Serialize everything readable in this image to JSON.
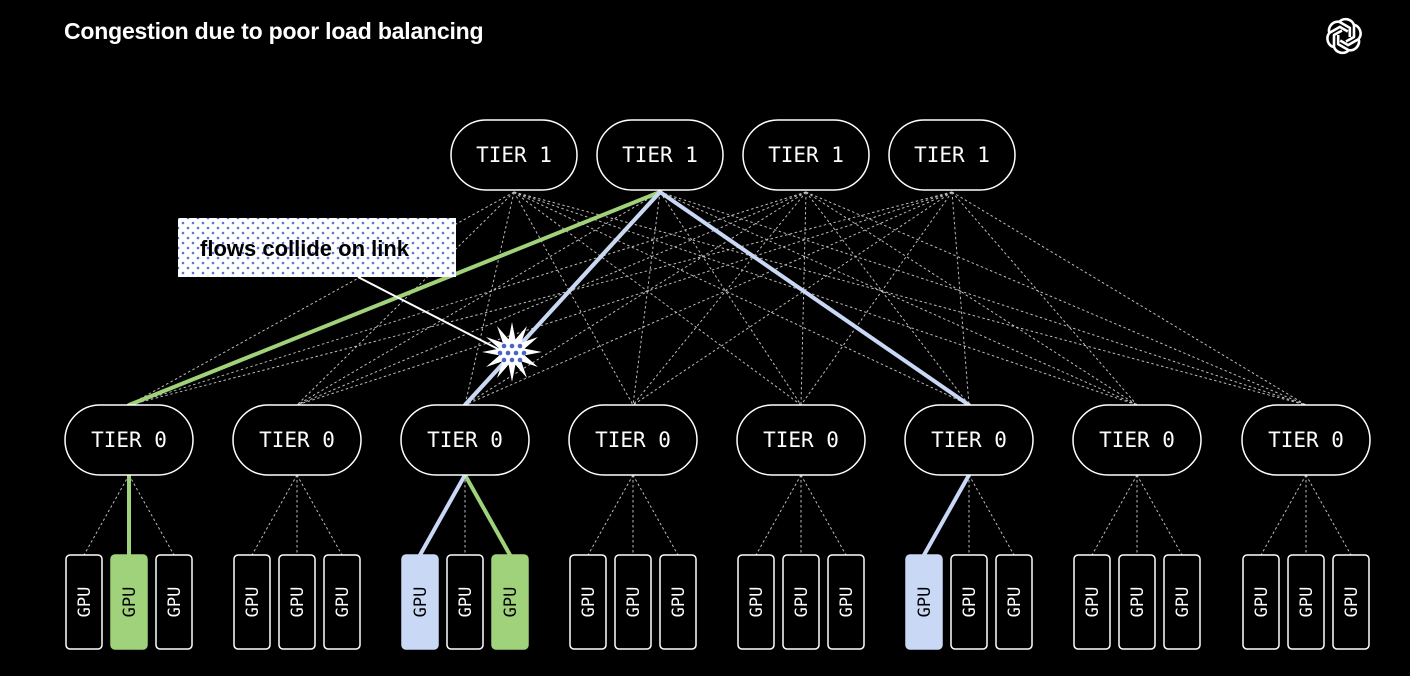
{
  "header": {
    "title": "Congestion due to poor load balancing",
    "logo_icon": "openai-logo-icon"
  },
  "diagram": {
    "tier1": [
      {
        "label": "TIER 1"
      },
      {
        "label": "TIER 1"
      },
      {
        "label": "TIER 1"
      },
      {
        "label": "TIER 1"
      }
    ],
    "tier0": [
      {
        "label": "TIER 0"
      },
      {
        "label": "TIER 0"
      },
      {
        "label": "TIER 0"
      },
      {
        "label": "TIER 0"
      },
      {
        "label": "TIER 0"
      },
      {
        "label": "TIER 0"
      },
      {
        "label": "TIER 0"
      },
      {
        "label": "TIER 0"
      }
    ],
    "gpu_label": "GPU",
    "gpus_per_tier0": 3,
    "highlighted_gpus": [
      {
        "tier0": 0,
        "gpu": 1,
        "flow": "green"
      },
      {
        "tier0": 2,
        "gpu": 0,
        "flow": "blue"
      },
      {
        "tier0": 2,
        "gpu": 2,
        "flow": "green"
      },
      {
        "tier0": 5,
        "gpu": 0,
        "flow": "blue"
      }
    ],
    "flows": [
      {
        "name": "green",
        "color": "#9fd27a",
        "path": [
          "gpu:0:1",
          "tier0:0",
          "tier1:1",
          "tier0:2",
          "gpu:2:2"
        ]
      },
      {
        "name": "blue",
        "color": "#c9d8f5",
        "path": [
          "gpu:2:0",
          "tier0:2",
          "tier1:1",
          "tier0:5",
          "gpu:5:0"
        ]
      }
    ],
    "callout": {
      "text": "flows collide on link",
      "collision_icon": "collision-burst-icon"
    }
  },
  "colors": {
    "background": "#000000",
    "node_stroke": "#ffffff",
    "green_flow": "#9fd27a",
    "blue_flow": "#c9d8f5",
    "dotted_link": "#bbbbbb"
  }
}
